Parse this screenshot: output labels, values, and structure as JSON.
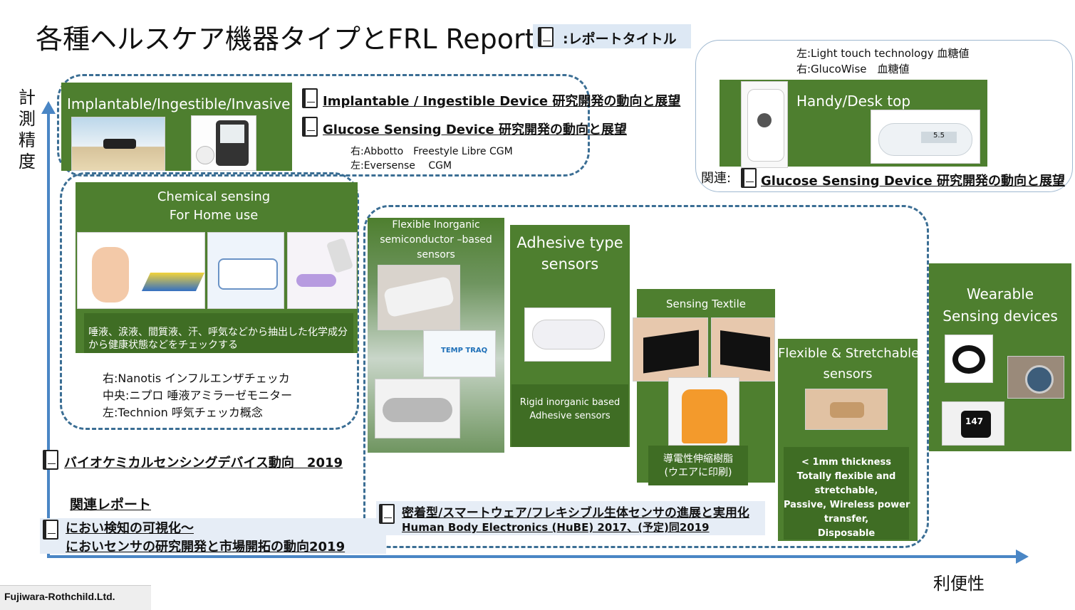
{
  "title": "各種ヘルスケア機器タイプとFRL Report",
  "legend": {
    "label": ":レポートタイトル"
  },
  "axes": {
    "y_label": "計\n測\n精\n度",
    "x_label": "利便性"
  },
  "implantable": {
    "header": "Implantable/Ingestible/Invasive",
    "report1": "Implantable / Ingestible Device 研究開発の動向と展望",
    "report2": "Glucose Sensing Device 研究開発の動向と展望",
    "caption": "右:Abbotto　Freestyle Libre CGM\n左:Eversense　 CGM"
  },
  "chemical": {
    "header": "Chemical sensing\nFor Home use",
    "description": "唾液、涙液、間質液、汗、呼気などから抽出した化学成分から健康状態などをチェックする",
    "caption": "右:Nanotis インフルエンザチェッカ\n中央:ニプロ 唾液アミラーゼモニター\n左:Technion 呼気チェッカ概念",
    "report": "バイオケミカルセンシングデバイス動向　2019"
  },
  "handy": {
    "header": "Handy/Desk top",
    "caption": "左:Light touch technology 血糖値\n右:GlucoWise　血糖値",
    "related_prefix": "関連:",
    "report": "Glucose Sensing Device 研究開発の動向と展望"
  },
  "flexible_inorganic": {
    "header": "Flexible Inorganic\nsemiconductor –based\nsensors",
    "tag": "TEMP TRAQ"
  },
  "adhesive": {
    "header": "Adhesive type\nsensors",
    "sub": "Rigid inorganic based\nAdhesive sensors"
  },
  "textile": {
    "header": "Sensing Textile",
    "sub": "導電性伸縮樹脂\n(ウエアに印刷)"
  },
  "stretchable": {
    "header": "Flexible & Stretchable\nsensors",
    "sub": "< 1mm thickness\nTotally flexible and\nstretchable,\nPassive, Wireless power\ntransfer,\nDisposable"
  },
  "wearable": {
    "header": "Wearable\nSensing devices",
    "watch_value": "147"
  },
  "bottom_reports": {
    "related_label": "関連レポート",
    "odor": "におい検知の可視化～\nにおいセンサの研究開発と市場開拓の動向2019",
    "hube1": "密着型/スマートウェア/フレキシブル生体センサの進展と実用化",
    "hube2": "Human Body Electronics (HuBE) 2017、(予定)同2019"
  },
  "footer": {
    "company": "Fujiwara-Rothchild.Ltd."
  },
  "colors": {
    "green": "#4e7f2f",
    "dash": "#3b6e94",
    "axis": "#4a86c5"
  }
}
